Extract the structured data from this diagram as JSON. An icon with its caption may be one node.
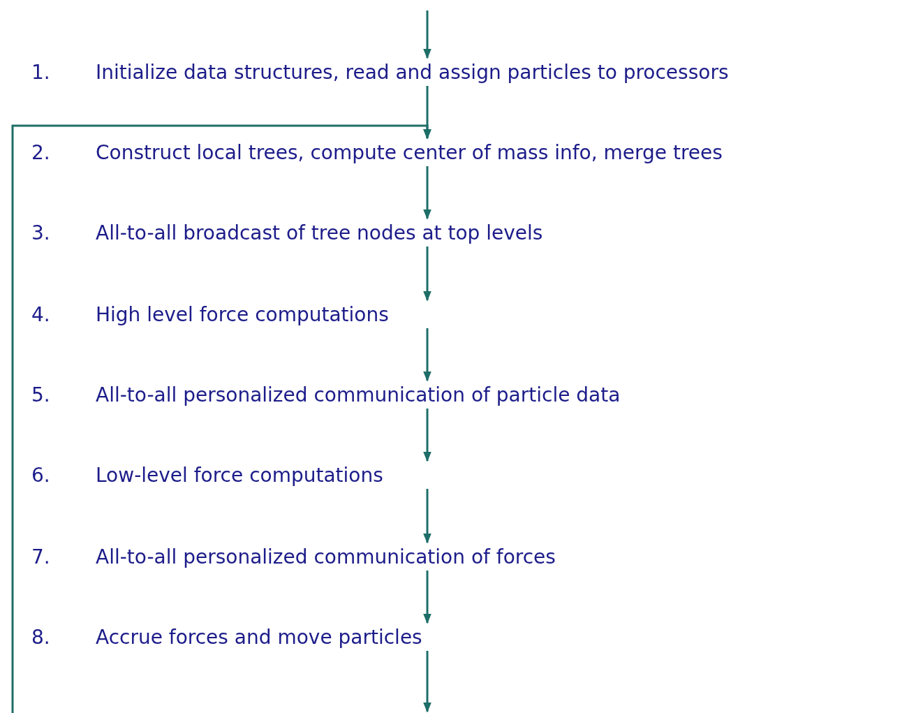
{
  "diagram": {
    "nodes": [
      {
        "text": [
          "1.",
          "Initialize data structures, read and assign particles to processors"
        ]
      },
      {
        "text": [
          "2.",
          "Construct local trees, compute center of mass info, merge trees"
        ]
      },
      {
        "text": [
          "3.",
          "All-to-all broadcast of tree nodes at top levels"
        ]
      },
      {
        "text": [
          "4.",
          "High level force computations"
        ]
      },
      {
        "text": [
          "5.",
          "All-to-all personalized communication of particle data"
        ]
      },
      {
        "text": [
          "6.",
          "Low-level force computations"
        ]
      },
      {
        "text": [
          "7.",
          "All-to-all personalized communication of forces"
        ]
      },
      {
        "text": [
          "8.",
          "Accrue forces and move particles"
        ]
      }
    ],
    "edges": [
      {
        "from": null,
        "to": 0,
        "arrow": "to"
      },
      {
        "from": 0,
        "to": 1,
        "arrow": "to"
      },
      {
        "from": 1,
        "to": 2,
        "arrow": "to"
      },
      {
        "from": 2,
        "to": 3,
        "arrow": "to"
      },
      {
        "from": 3,
        "to": 4,
        "arrow": "to"
      },
      {
        "from": 4,
        "to": 5,
        "arrow": "to"
      },
      {
        "from": 5,
        "to": 6,
        "arrow": "to"
      },
      {
        "from": 6,
        "to": 7,
        "arrow": "to"
      },
      {
        "from": 7,
        "to": null,
        "arrow": "to"
      },
      {
        "from": null,
        "to": 1,
        "arrow": "to"
      }
    ]
  }
}
